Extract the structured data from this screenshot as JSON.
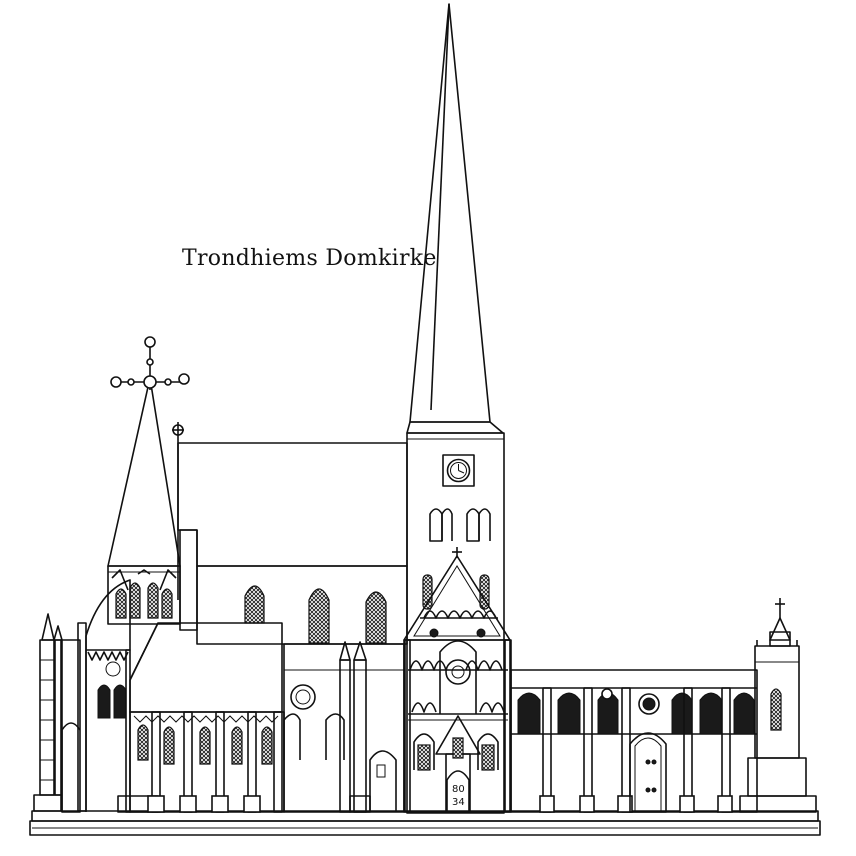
{
  "drawing": {
    "title": "Trondhiems Domkirke",
    "door_date": [
      "80",
      "34"
    ]
  },
  "colors": {
    "ink": "#111111",
    "paper": "#ffffff"
  }
}
